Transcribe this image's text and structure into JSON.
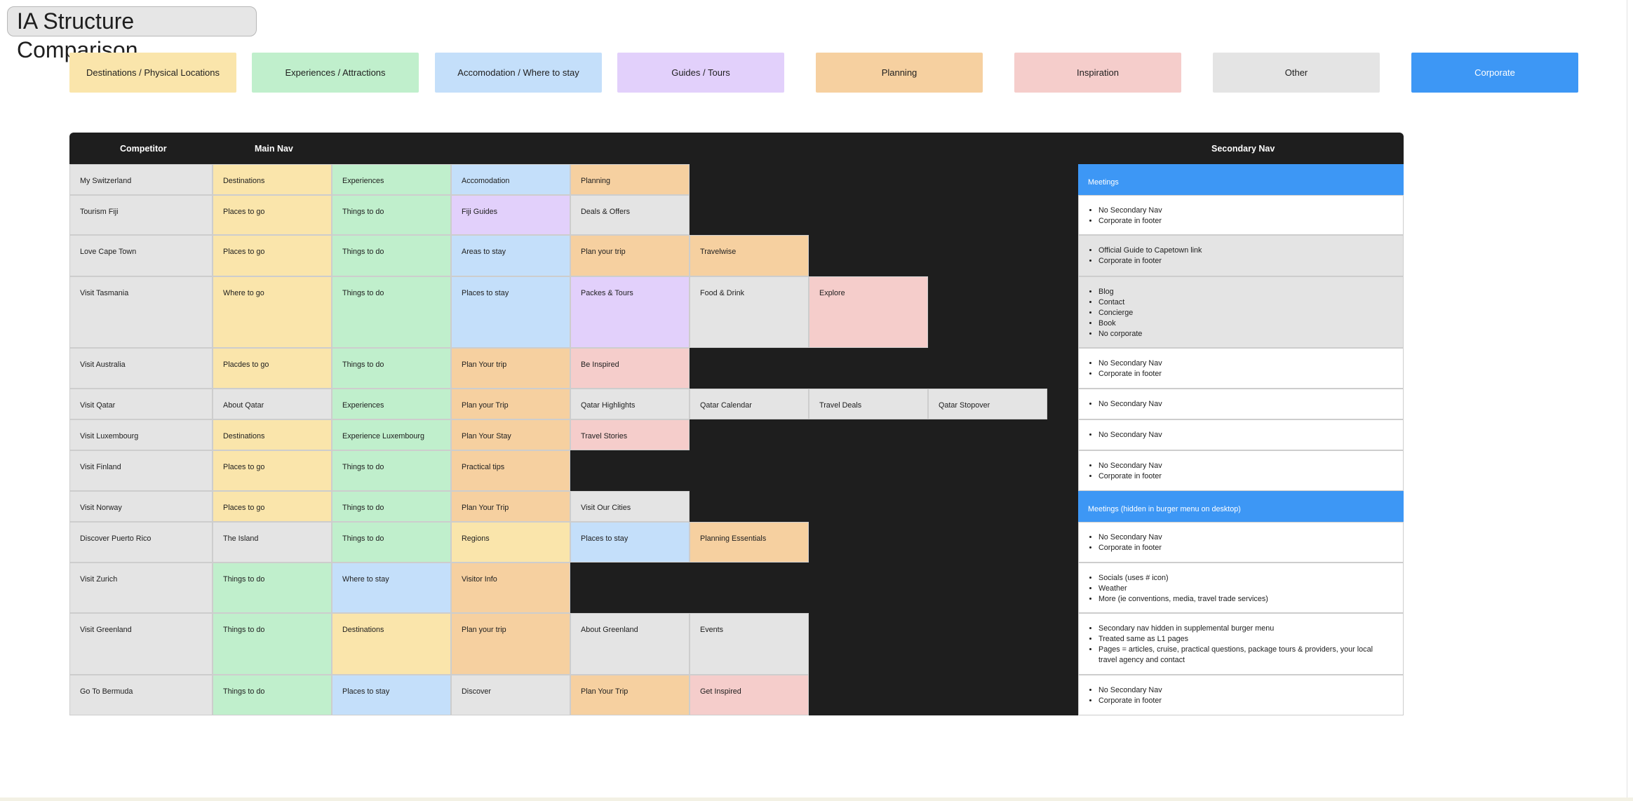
{
  "title": "IA Structure Comparison",
  "legend": [
    {
      "label": "Destinations / Physical Locations",
      "category": "dest",
      "color": "#fae5ab"
    },
    {
      "label": "Experiences / Attractions",
      "category": "exp",
      "color": "#c0efcc"
    },
    {
      "label": "Accomodation / Where to stay",
      "category": "acc",
      "color": "#c4dffa"
    },
    {
      "label": "Guides / Tours",
      "category": "guide",
      "color": "#e2d0fb"
    },
    {
      "label": "Planning",
      "category": "plan",
      "color": "#f6d0a0"
    },
    {
      "label": "Inspiration",
      "category": "insp",
      "color": "#f5cdcb"
    },
    {
      "label": "Other",
      "category": "other",
      "color": "#e4e4e4"
    },
    {
      "label": "Corporate",
      "category": "corp",
      "color": "#3d97f5"
    }
  ],
  "table": {
    "headers": {
      "competitor": "Competitor",
      "main_nav": "Main Nav",
      "secondary_nav": "Secondary Nav"
    },
    "rows": [
      {
        "competitor": "My Switzerland",
        "nav": [
          {
            "label": "Destinations",
            "cat": "dest"
          },
          {
            "label": "Experiences",
            "cat": "exp"
          },
          {
            "label": "Accomodation",
            "cat": "acc"
          },
          {
            "label": "Planning",
            "cat": "plan"
          }
        ],
        "secondary": {
          "type": "corporate",
          "text": "Meetings"
        }
      },
      {
        "competitor": "Tourism Fiji",
        "nav": [
          {
            "label": "Places to go",
            "cat": "dest"
          },
          {
            "label": "Things to do",
            "cat": "exp"
          },
          {
            "label": "Fiji Guides",
            "cat": "guide"
          },
          {
            "label": "Deals & Offers",
            "cat": "other"
          }
        ],
        "secondary": {
          "type": "list",
          "bg": "white",
          "items": [
            "No Secondary Nav",
            "Corporate in footer"
          ]
        }
      },
      {
        "competitor": "Love Cape Town",
        "nav": [
          {
            "label": "Places to go",
            "cat": "dest"
          },
          {
            "label": "Things to do",
            "cat": "exp"
          },
          {
            "label": "Areas to stay",
            "cat": "acc"
          },
          {
            "label": "Plan your trip",
            "cat": "plan"
          },
          {
            "label": "Travelwise",
            "cat": "plan"
          }
        ],
        "secondary": {
          "type": "list",
          "bg": "grey",
          "items": [
            "Official Guide to Capetown link",
            "Corporate in footer"
          ]
        }
      },
      {
        "competitor": "Visit Tasmania",
        "nav": [
          {
            "label": "Where to go",
            "cat": "dest"
          },
          {
            "label": "Things to do",
            "cat": "exp"
          },
          {
            "label": "Places to stay",
            "cat": "acc"
          },
          {
            "label": "Packes & Tours",
            "cat": "guide"
          },
          {
            "label": "Food & Drink",
            "cat": "other"
          },
          {
            "label": "Explore",
            "cat": "insp"
          }
        ],
        "secondary": {
          "type": "list",
          "bg": "grey",
          "items": [
            "Blog",
            "Contact",
            "Concierge",
            "Book",
            "No corporate"
          ]
        }
      },
      {
        "competitor": "Visit Australia",
        "nav": [
          {
            "label": "Placdes to go",
            "cat": "dest"
          },
          {
            "label": "Things to do",
            "cat": "exp"
          },
          {
            "label": "Plan Your trip",
            "cat": "plan"
          },
          {
            "label": "Be Inspired",
            "cat": "insp"
          }
        ],
        "secondary": {
          "type": "list",
          "bg": "white",
          "items": [
            "No Secondary Nav",
            "Corporate in footer"
          ]
        }
      },
      {
        "competitor": "Visit Qatar",
        "nav": [
          {
            "label": "About Qatar",
            "cat": "other"
          },
          {
            "label": "Experiences",
            "cat": "exp"
          },
          {
            "label": "Plan your Trip",
            "cat": "plan"
          },
          {
            "label": "Qatar Highlights",
            "cat": "other"
          },
          {
            "label": "Qatar Calendar",
            "cat": "other"
          },
          {
            "label": "Travel Deals",
            "cat": "other"
          },
          {
            "label": "Qatar Stopover",
            "cat": "other"
          }
        ],
        "secondary": {
          "type": "list",
          "bg": "white",
          "items": [
            "No Secondary Nav"
          ]
        }
      },
      {
        "competitor": "Visit Luxembourg",
        "nav": [
          {
            "label": "Destinations",
            "cat": "dest"
          },
          {
            "label": "Experience Luxembourg",
            "cat": "exp"
          },
          {
            "label": "Plan Your Stay",
            "cat": "plan"
          },
          {
            "label": "Travel Stories",
            "cat": "insp"
          }
        ],
        "secondary": {
          "type": "list",
          "bg": "white",
          "items": [
            "No Secondary Nav"
          ]
        }
      },
      {
        "competitor": "Visit Finland",
        "nav": [
          {
            "label": "Places to go",
            "cat": "dest"
          },
          {
            "label": "Things to do",
            "cat": "exp"
          },
          {
            "label": "Practical tips",
            "cat": "plan"
          }
        ],
        "secondary": {
          "type": "list",
          "bg": "white",
          "items": [
            "No Secondary Nav",
            "Corporate in footer"
          ]
        }
      },
      {
        "competitor": "Visit Norway",
        "nav": [
          {
            "label": "Places to go",
            "cat": "dest"
          },
          {
            "label": "Things to do",
            "cat": "exp"
          },
          {
            "label": "Plan Your Trip",
            "cat": "plan"
          },
          {
            "label": "Visit Our Cities",
            "cat": "other"
          }
        ],
        "secondary": {
          "type": "corporate",
          "text": "Meetings (hidden in burger menu on desktop)"
        }
      },
      {
        "competitor": "Discover Puerto Rico",
        "nav": [
          {
            "label": "The Island",
            "cat": "other"
          },
          {
            "label": "Things to do",
            "cat": "exp"
          },
          {
            "label": "Regions",
            "cat": "dest"
          },
          {
            "label": "Places to stay",
            "cat": "acc"
          },
          {
            "label": "Planning Essentials",
            "cat": "plan"
          }
        ],
        "secondary": {
          "type": "list",
          "bg": "white",
          "items": [
            "No Secondary Nav",
            "Corporate in footer"
          ]
        }
      },
      {
        "competitor": "Visit Zurich",
        "nav": [
          {
            "label": "Things to do",
            "cat": "exp"
          },
          {
            "label": "Where to stay",
            "cat": "acc"
          },
          {
            "label": "Visitor Info",
            "cat": "plan"
          }
        ],
        "secondary": {
          "type": "list",
          "bg": "white",
          "items": [
            "Socials (uses # icon)",
            "Weather",
            "More (ie conventions, media, travel trade services)"
          ]
        }
      },
      {
        "competitor": "Visit Greenland",
        "nav": [
          {
            "label": "Things to do",
            "cat": "exp"
          },
          {
            "label": "Destinations",
            "cat": "dest"
          },
          {
            "label": "Plan your trip",
            "cat": "plan"
          },
          {
            "label": "About Greenland",
            "cat": "other"
          },
          {
            "label": "Events",
            "cat": "other"
          }
        ],
        "secondary": {
          "type": "list",
          "bg": "white",
          "items": [
            "Secondary nav hidden in supplemental burger menu",
            "Treated same as L1 pages",
            "Pages = articles, cruise, practical questions, package tours & providers, your local travel agency and contact"
          ]
        }
      },
      {
        "competitor": "Go To Bermuda",
        "nav": [
          {
            "label": "Things to do",
            "cat": "exp"
          },
          {
            "label": "Places to stay",
            "cat": "acc"
          },
          {
            "label": "Discover",
            "cat": "other"
          },
          {
            "label": "Plan Your Trip",
            "cat": "plan"
          },
          {
            "label": "Get Inspired",
            "cat": "insp"
          }
        ],
        "secondary": {
          "type": "list",
          "bg": "white",
          "items": [
            "No Secondary Nav",
            "Corporate in footer"
          ]
        }
      }
    ]
  }
}
